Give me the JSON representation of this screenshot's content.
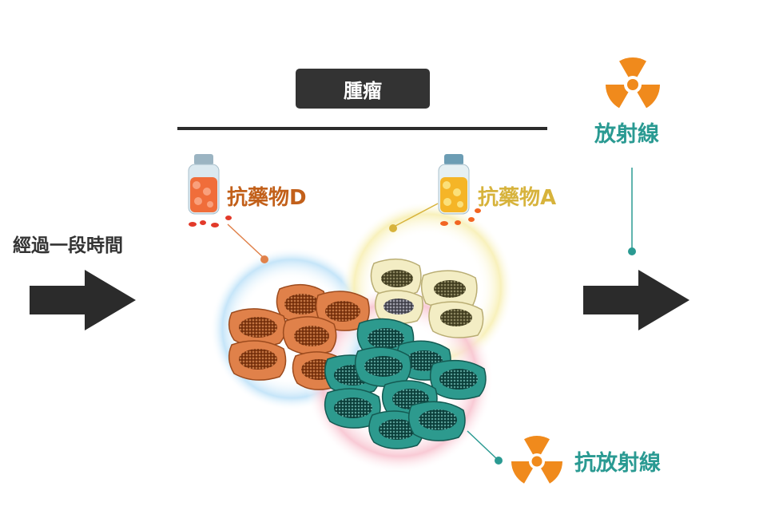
{
  "title": "腫瘤",
  "time_label": "經過一段時間",
  "radiation_label": "放射線",
  "drug_d_label": "抗藥物D",
  "drug_a_label": "抗藥物A",
  "anti_radiation_label": "抗放射線",
  "colors": {
    "title_bg": "#333333",
    "arrow": "#2b2b2b",
    "teal": "#2a9a92",
    "orange_cell": "#e0814a",
    "yellow_cell": "#f3edc4",
    "radiation_orange": "#f08a1c",
    "drug_d_text": "#c2601a",
    "drug_a_text": "#d7b33c"
  }
}
